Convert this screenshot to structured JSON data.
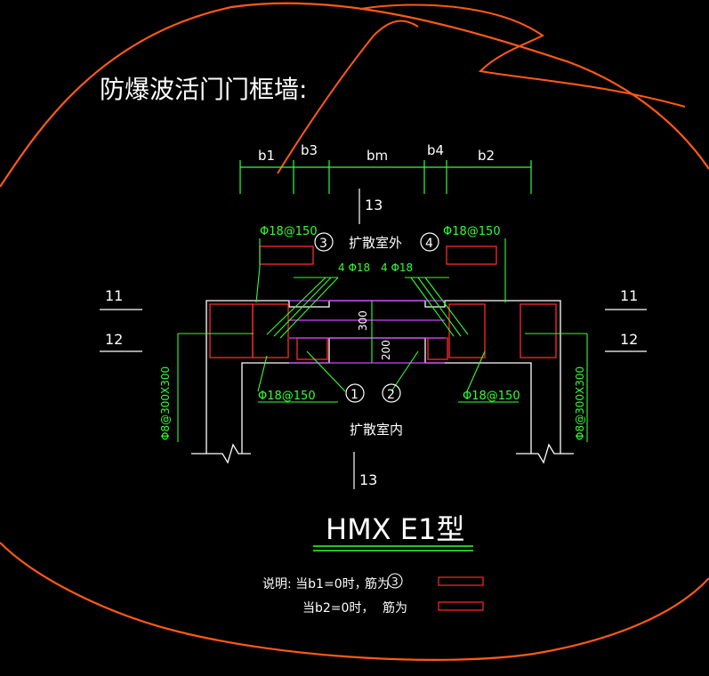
{
  "drawing": {
    "heading": "防爆波活门门框墙:",
    "dims": {
      "b1": "b1",
      "b3": "b3",
      "bm": "bm",
      "b4": "b4",
      "b2": "b2"
    },
    "section_marks": {
      "top": "13",
      "bottom": "13",
      "left_upper": "11",
      "left_lower": "12",
      "right_upper": "11",
      "right_lower": "12"
    },
    "rebar": {
      "top_left": "Φ18@150",
      "top_right": "Φ18@150",
      "bottom_left": "Φ18@150",
      "bottom_right": "Φ18@150",
      "center_left": "4 Φ18",
      "center_right": "4 Φ18",
      "side_left": "Φ8@300X300",
      "side_right": "Φ8@300X300"
    },
    "vertical_dims": {
      "upper": "300",
      "lower": "200"
    },
    "callouts": {
      "c1": "1",
      "c2": "2",
      "c3": "3",
      "c4": "4"
    },
    "zones": {
      "outside": "扩散室外",
      "inside": "扩散室内"
    },
    "title": "HMX  E1型",
    "notes": {
      "line1_prefix": "说明: 当b1=0时，",
      "line1_suffix": "筋为",
      "line1_callout": "3",
      "line2_prefix": "当b2=0时，",
      "line2_suffix": "筋为"
    },
    "colors": {
      "background": "#000000",
      "frame": "#ffffff",
      "rebar": "#33ff33",
      "red": "#ff2a2a",
      "magenta": "#cc44ff",
      "markup": "#ff5a14"
    }
  }
}
